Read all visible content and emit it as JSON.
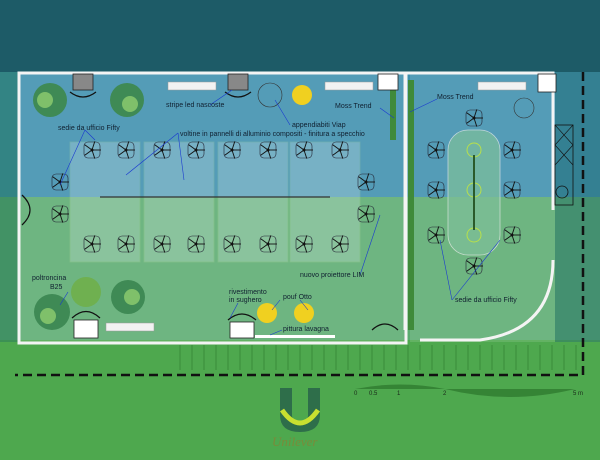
{
  "labels": {
    "stripe_led": "stripe led nascoste",
    "appendiabiti": "appendiabiti Viap",
    "voltine": "voltine in pannelli di alluminio compositi - finitura a specchio",
    "moss_trend_1": "Moss Trend",
    "moss_trend_2": "Moss Trend",
    "sedie_left": "sedie da ufficio Fifty",
    "sedie_right": "sedie da ufficio Fifty",
    "proiettore": "nuovo proiettore LIM",
    "poltroncina_1": "poltroncina",
    "poltroncina_2": "B25",
    "rivestimento_1": "rivestimento",
    "rivestimento_2": "in sughero",
    "pouf": "pouf Otto",
    "lavagna": "pittura lavagna"
  },
  "scale_bar": [
    "0",
    "0.5",
    "1",
    "2",
    "5 m"
  ],
  "logo": {
    "text": "Unilever"
  },
  "colors": {
    "top_band": "#1d5b67",
    "blue_zone": "#3d8fae",
    "green_zone": "#5aab70",
    "ground": "#4ea84e",
    "moss": "#3f8a3a"
  }
}
